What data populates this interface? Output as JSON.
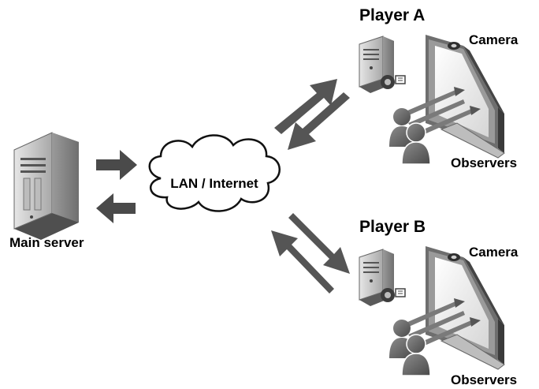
{
  "diagram": {
    "cloud_label": "LAN / Internet",
    "main_server_label": "Main server",
    "player_a": {
      "title": "Player A",
      "camera_label": "Camera",
      "observers_label": "Observers"
    },
    "player_b": {
      "title": "Player B",
      "camera_label": "Camera",
      "observers_label": "Observers"
    }
  }
}
